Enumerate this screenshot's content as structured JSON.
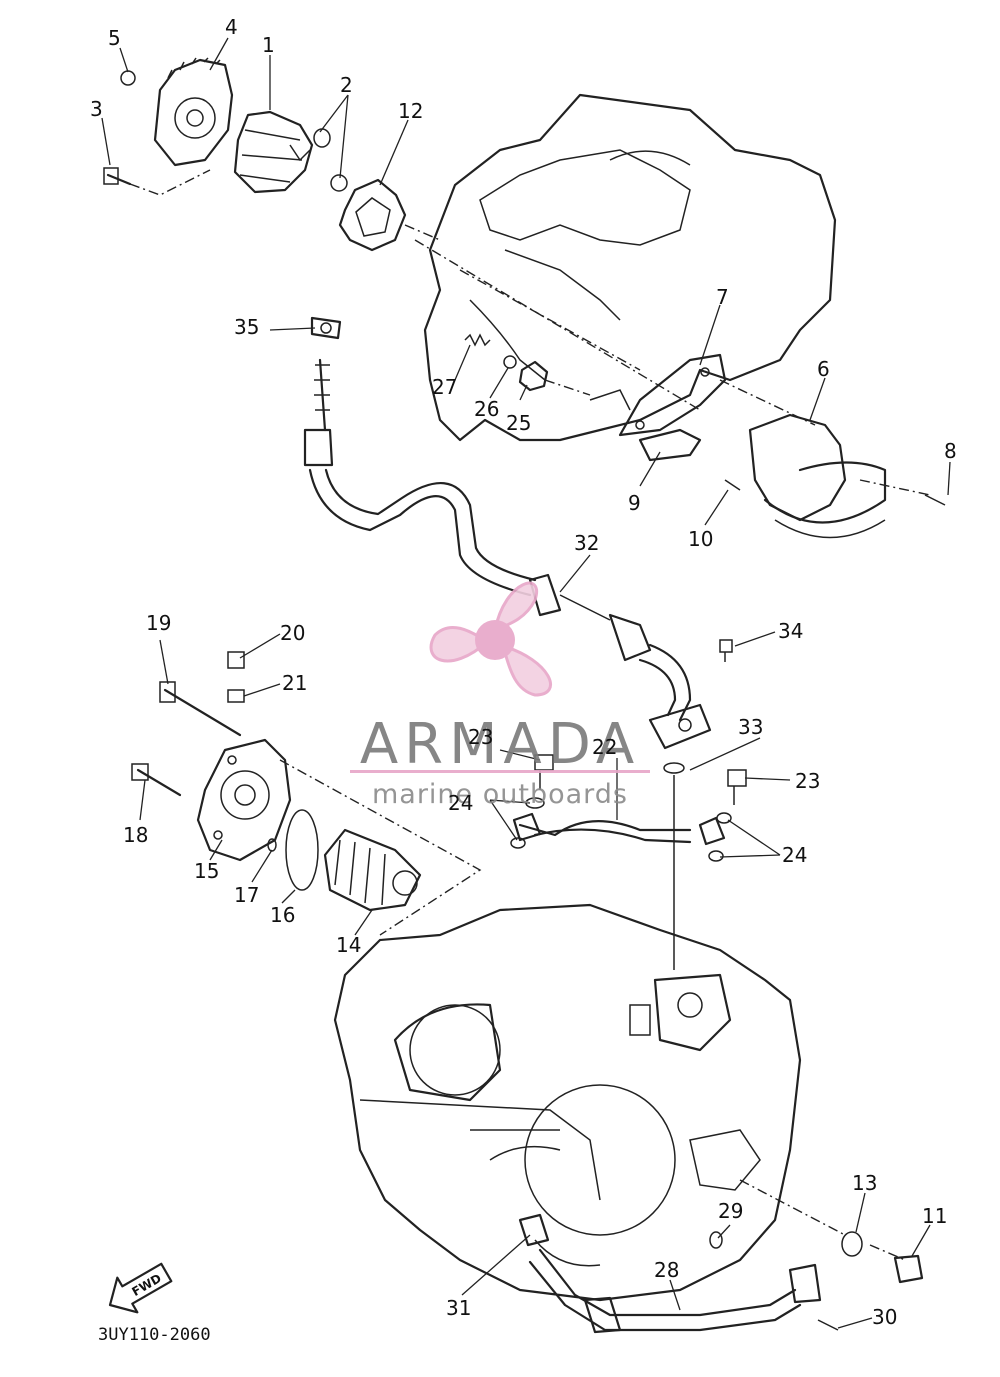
{
  "diagram": {
    "code": "3UY110-2060",
    "direction_label": "FWD",
    "callouts": [
      "1",
      "2",
      "3",
      "4",
      "5",
      "6",
      "7",
      "8",
      "9",
      "10",
      "11",
      "12",
      "13",
      "14",
      "15",
      "16",
      "17",
      "18",
      "19",
      "20",
      "21",
      "22",
      "23",
      "23",
      "24",
      "24",
      "25",
      "26",
      "27",
      "28",
      "29",
      "30",
      "31",
      "32",
      "33",
      "34",
      "35"
    ]
  },
  "watermark": {
    "brand": "ARMADA",
    "tagline": "marine outboards",
    "accent_color": "#e7a6c8",
    "icon": "propeller-icon"
  }
}
